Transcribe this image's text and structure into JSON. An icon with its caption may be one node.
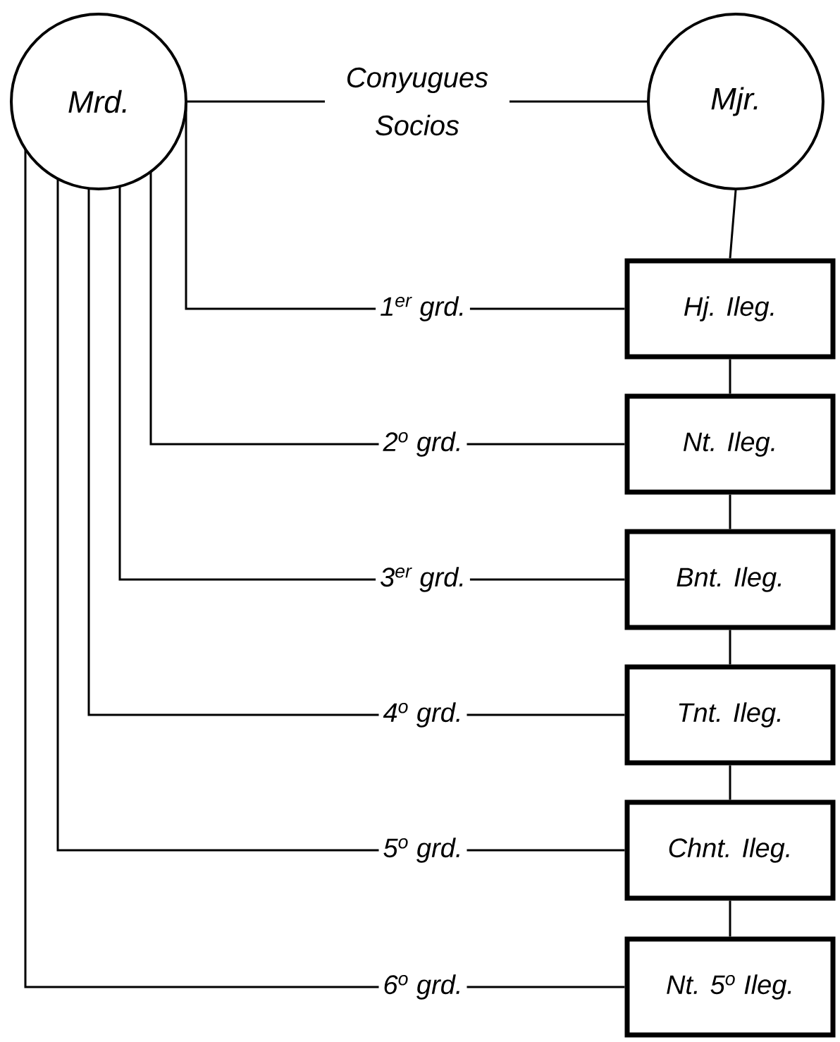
{
  "diagram": {
    "nodes": [
      {
        "text": [
          "Mrd."
        ]
      },
      {
        "text": [
          "Mjr."
        ]
      },
      {
        "text": [
          "Hj. Ileg."
        ]
      },
      {
        "text": [
          "Nt. Ileg."
        ]
      },
      {
        "text": [
          "Bnt. Ileg."
        ]
      },
      {
        "text": [
          "Tnt. Ileg."
        ]
      },
      {
        "text": [
          "Chnt. Ileg."
        ]
      },
      {
        "text": [
          "Nt. 5$^{o}$ Ileg."
        ]
      }
    ],
    "edges": [
      {
        "from": 0,
        "to": 1,
        "arrow": "none",
        "label": "Conyugues Socios"
      },
      {
        "from": 0,
        "to": 2,
        "arrow": "none",
        "label": "1$^{er}$ grd."
      },
      {
        "from": 0,
        "to": 3,
        "arrow": "none",
        "label": "2$^{o}$ grd."
      },
      {
        "from": 0,
        "to": 4,
        "arrow": "none",
        "label": "3$^{er}$ grd."
      },
      {
        "from": 0,
        "to": 5,
        "arrow": "none",
        "label": "4$^{o}$ grd."
      },
      {
        "from": 0,
        "to": 6,
        "arrow": "none",
        "label": "5$^{o}$ grd."
      },
      {
        "from": 0,
        "to": 7,
        "arrow": "none",
        "label": "6$^{o}$ grd."
      },
      {
        "from": 1,
        "to": 2,
        "arrow": "none"
      },
      {
        "from": 2,
        "to": 3,
        "arrow": "none"
      },
      {
        "from": 3,
        "to": 4,
        "arrow": "none"
      },
      {
        "from": 4,
        "to": 5,
        "arrow": "none"
      },
      {
        "from": 5,
        "to": 6,
        "arrow": "none"
      },
      {
        "from": 6,
        "to": 7,
        "arrow": "none"
      }
    ]
  }
}
